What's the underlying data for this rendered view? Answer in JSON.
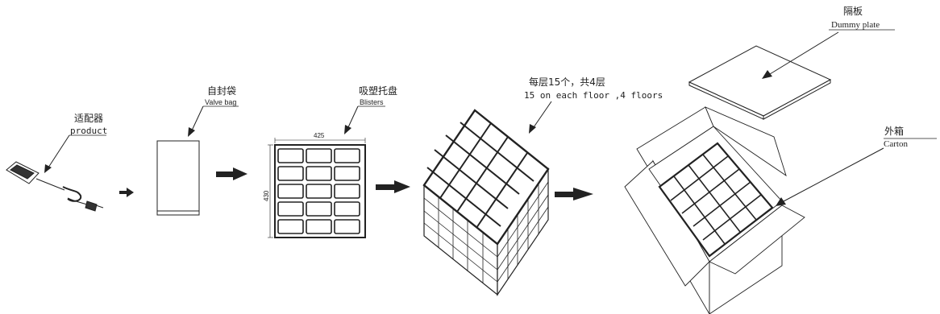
{
  "labels": {
    "adapter": {
      "zh": "适配器",
      "en": "product"
    },
    "bag": {
      "zh": "自封袋",
      "en": "Valve bag"
    },
    "blister": {
      "zh": "吸塑托盘",
      "en": "Blisters"
    },
    "stack": {
      "zh": "每层15个，共4层",
      "en": "15 on each floor ,4 floors"
    },
    "plate": {
      "zh": "隔板",
      "en": "Dummy plate"
    },
    "carton": {
      "zh": "外箱",
      "en": "Carton"
    }
  },
  "dimensions": {
    "width": "425",
    "height": "430"
  },
  "arrows": [
    "arrow-1",
    "arrow-2",
    "arrow-3",
    "arrow-4"
  ]
}
